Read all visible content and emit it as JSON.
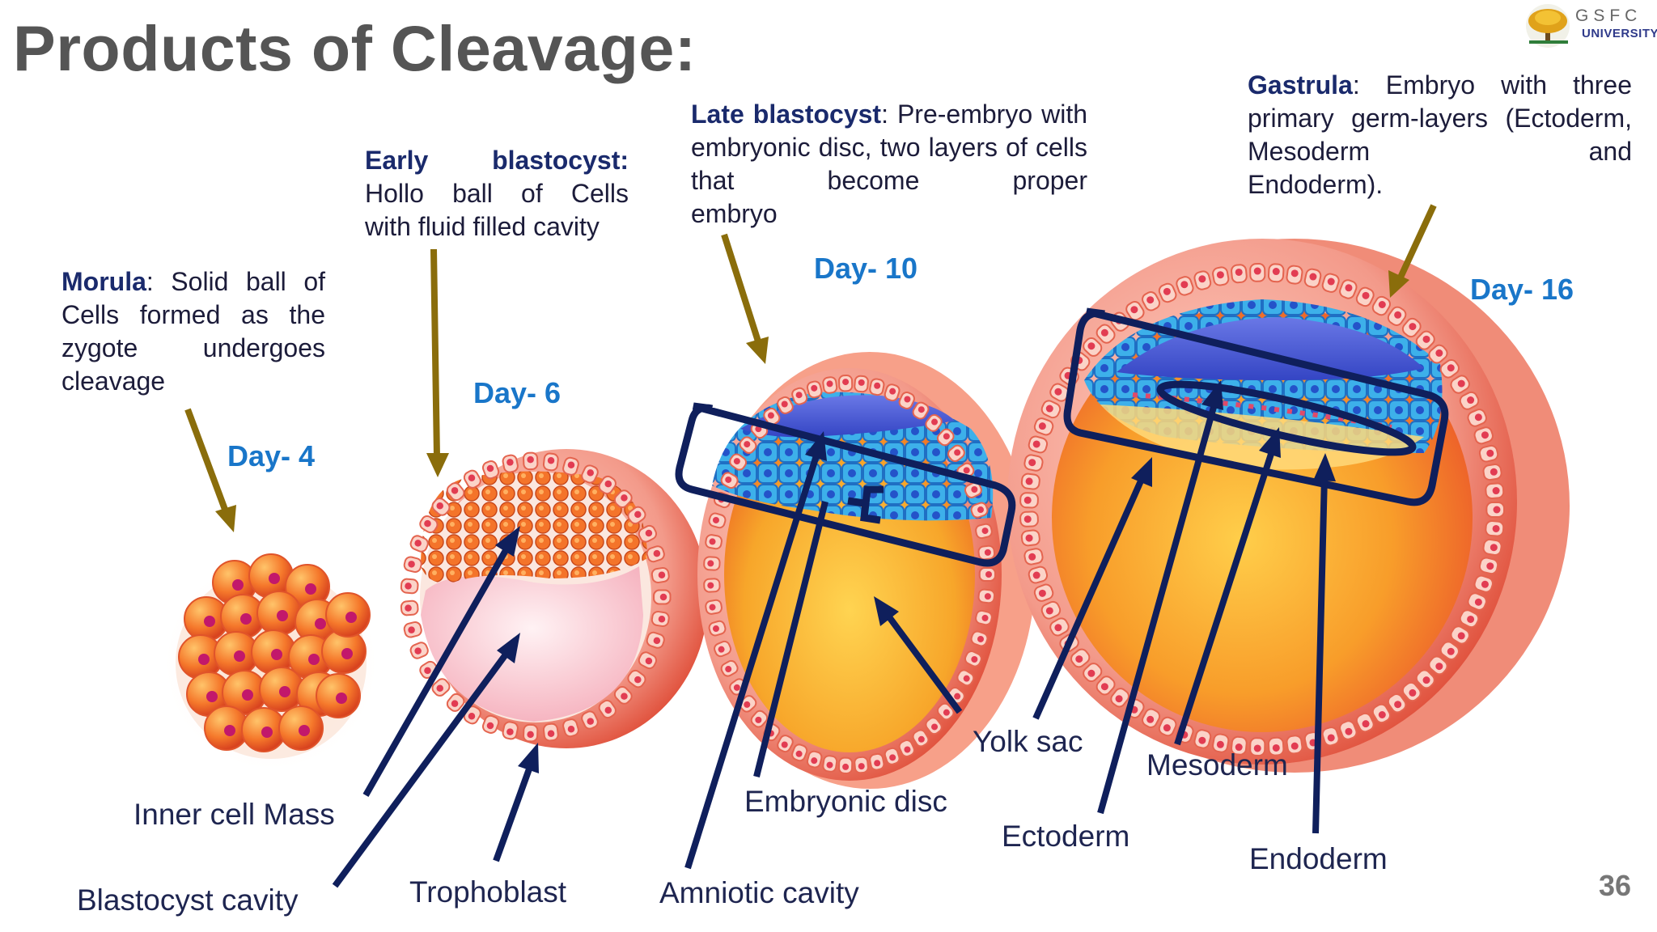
{
  "title": "Products of Cleavage:",
  "page_number": "36",
  "logo": {
    "line1": "GSFC",
    "line2": "UNIVERSITY",
    "icon": "tree-logo-icon"
  },
  "stages": [
    {
      "id": "morula",
      "term": "Morula",
      "desc": ": Solid ball of Cells formed as the zygote undergoes",
      "desc_last": "cleavage",
      "day": "Day- 4"
    },
    {
      "id": "early",
      "term": "Early blastocyst:",
      "desc": " Hollo ball of Cells",
      "desc_last": "with fluid filled cavity",
      "day": "Day- 6"
    },
    {
      "id": "late",
      "term": "Late blastocyst",
      "desc": ": Pre-embryo with embryonic disc, two layers of cells that become proper",
      "desc_last": "embryo",
      "day": "Day- 10"
    },
    {
      "id": "gastrula",
      "term": "Gastrula",
      "desc": ": Embryo with three primary germ-layers (Ectoderm, Mesoderm and",
      "desc_last": "Endoderm).",
      "day": "Day- 16"
    }
  ],
  "labels": {
    "inner_cell_mass": "Inner cell Mass",
    "blastocyst_cavity": "Blastocyst cavity",
    "trophoblast": "Trophoblast",
    "amniotic_cavity": "Amniotic cavity",
    "embryonic_disc": "Embryonic disc",
    "yolk_sac": "Yolk sac",
    "ectoderm": "Ectoderm",
    "mesoderm": "Mesoderm",
    "endoderm": "Endoderm"
  },
  "colors": {
    "arrow_gold": "#8a6d0b",
    "arrow_navy": "#0f1f5c",
    "day_blue": "#1976c9"
  }
}
